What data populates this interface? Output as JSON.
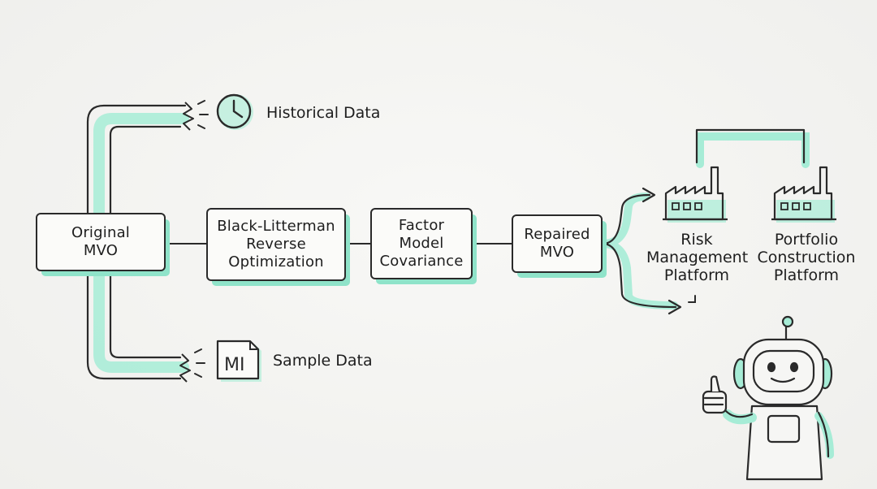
{
  "colors": {
    "ink": "#2a2a2a",
    "accent": "#5fd8b3",
    "accent_light": "#a6ecd6",
    "background": "#f4f4f2"
  },
  "nodes": {
    "original_mvo": "Original\nMVO",
    "black_litterman": "Black-Litterman\nReverse\nOptimization",
    "factor_model": "Factor\nModel\nCovariance",
    "repaired_mvo": "Repaired\nMVO"
  },
  "inputs": {
    "historical": {
      "label": "Historical Data",
      "icon": "clock-icon"
    },
    "sample": {
      "label": "Sample Data",
      "icon": "document-icon",
      "icon_text": "MI"
    }
  },
  "platforms": {
    "risk": {
      "label": "Risk\nManagement\nPlatform",
      "icon": "factory-icon"
    },
    "portfolio": {
      "label": "Portfolio\nConstruction\nPlatform",
      "icon": "factory-icon"
    }
  },
  "mascot": {
    "icon": "robot-thumbs-up-icon"
  }
}
